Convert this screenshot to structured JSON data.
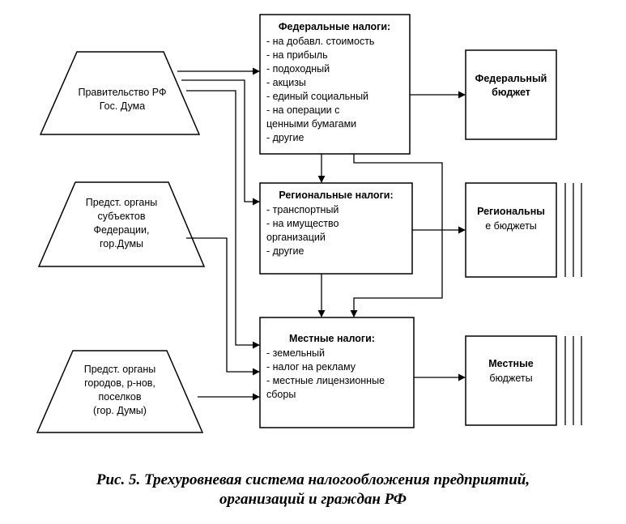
{
  "sources": {
    "government": {
      "lines": [
        "Правительство РФ",
        "Гос. Дума"
      ]
    },
    "subjects": {
      "lines": [
        "Предст. органы",
        "субъектов",
        "Федерации,",
        "гор.Думы"
      ]
    },
    "cities": {
      "lines": [
        "Предст. органы",
        "городов, р-нов,",
        "поселков",
        "(гор. Думы)"
      ]
    }
  },
  "taxes": {
    "federal": {
      "title": "Федеральные налоги:",
      "lines": [
        "- на добавл. стоимость",
        "- на прибыль",
        "- подоходный",
        "- акцизы",
        "- единый социальный",
        "- на операции с",
        "ценными бумагами",
        "- другие"
      ]
    },
    "regional": {
      "title": "Региональные налоги:",
      "lines": [
        "- транспортный",
        "- на имущество",
        "организаций",
        "- другие"
      ]
    },
    "local": {
      "title": "Местные налоги:",
      "lines": [
        "- земельный",
        "- налог на рекламу",
        "- местные лицензионные",
        "сборы"
      ]
    }
  },
  "budgets": {
    "federal": {
      "lines": [
        "Федеральный",
        "бюджет"
      ]
    },
    "regional": {
      "lines": [
        "Региональны",
        "е бюджеты"
      ]
    },
    "local": {
      "lines": [
        "Местные",
        "бюджеты"
      ]
    }
  },
  "caption": {
    "line1": "Рис. 5. Трехуровневая система налогообложения предприятий,",
    "line2": "организаций и граждан РФ"
  }
}
